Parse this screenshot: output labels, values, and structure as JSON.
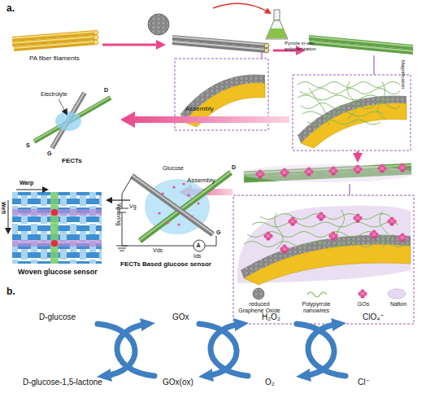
{
  "diagram": {
    "labels": [
      "a.",
      "PA fiber filaments",
      "Pyrrole in-situ polymerization",
      "Magnification",
      "Assembly",
      "D",
      "Electrolyte",
      "S",
      "G",
      "FECTs",
      "Assembly",
      "Glucose",
      "D",
      "G",
      "Vg",
      "A",
      "Vds",
      "Ids",
      "FECTs Based glucose sensor",
      "Weaving",
      "Warp",
      "Weft",
      "Woven glucose sensor",
      "b.",
      "D-glucose",
      "GOx",
      "H₂O₂",
      "ClO₄⁻",
      "D-glucose-1,5-lactone",
      "GOx(ox)",
      "O₂",
      "Cl⁻"
    ],
    "legend": [
      {
        "text": "reduced Graphene Oxide"
      },
      {
        "text": "Polypyrrole nanowires"
      },
      {
        "text": "GOs"
      },
      {
        "text": "Nafion"
      }
    ]
  }
}
